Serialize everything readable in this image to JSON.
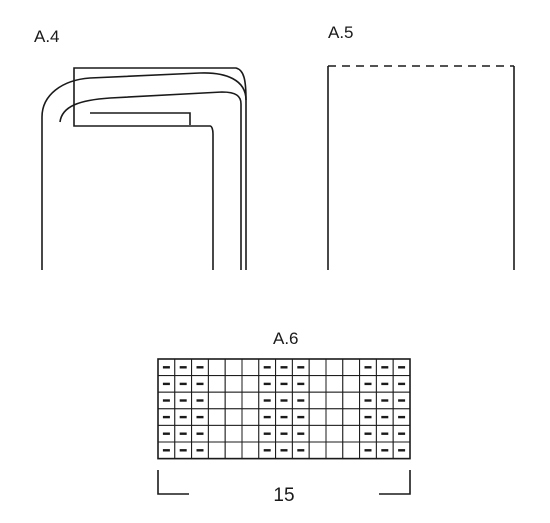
{
  "diagrams": {
    "a4": {
      "label": "A.4"
    },
    "a5": {
      "label": "A.5"
    },
    "a6": {
      "label": "A.6",
      "stitch_count": "15",
      "rows": 6,
      "columns": 15,
      "purl_columns": [
        0,
        1,
        2,
        6,
        7,
        8,
        12,
        13,
        14
      ],
      "knit_columns": [
        3,
        4,
        5,
        9,
        10,
        11
      ],
      "purl_symbol": "-"
    }
  }
}
